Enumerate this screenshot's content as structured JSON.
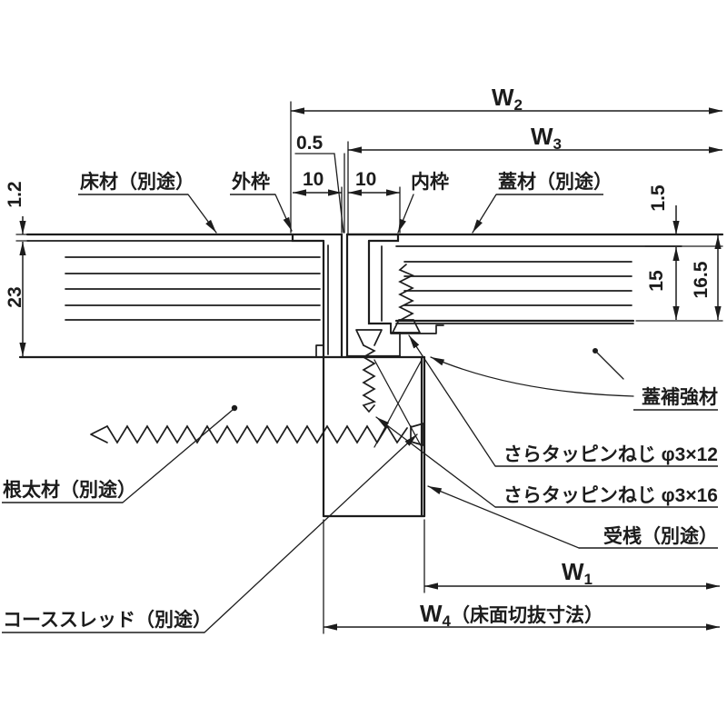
{
  "drawing": {
    "kind": "floor-hatch-cross-section",
    "background": "#ffffff",
    "line_color": "#1c1c1c"
  },
  "labels": {
    "floor": "床材（別途）",
    "outer_frame": "外枠",
    "inner_frame": "内枠",
    "lid": "蓋材（別途）",
    "lid_reinforcement": "蓋補強材",
    "screw_312": "さらタッピンねじ φ3×12",
    "screw_316": "さらタッピンねじ φ3×16",
    "batten": "受桟（別途）",
    "joist": "根太材（別途）",
    "coarse_thread": "コーススレッド（別途）"
  },
  "dimensions": {
    "w1": {
      "label": "W",
      "sub": "1"
    },
    "w2": {
      "label": "W",
      "sub": "2"
    },
    "w3": {
      "label": "W",
      "sub": "3"
    },
    "w4": {
      "label": "W",
      "sub": "4",
      "note": "（床面切抜寸法）"
    },
    "gap": "0.5",
    "ten_left": "10",
    "ten_right": "10",
    "floor_sheet": "1.2",
    "floor_thickness": "23",
    "lid_sheet": "1.5",
    "lid_thickness": "15",
    "lid_total": "16.5"
  }
}
